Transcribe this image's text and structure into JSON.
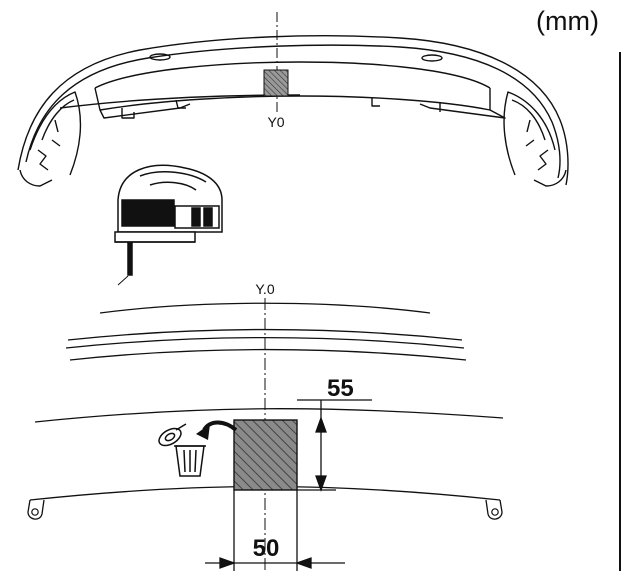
{
  "unit_label": "(mm)",
  "top_reference_label": "Y0",
  "bottom_reference_label": "Y.0",
  "cut_height_dimension": "55",
  "cut_width_dimension": "50",
  "colors": {
    "line": "#111111",
    "hatch": "#777777",
    "background": "#ffffff"
  },
  "icons": [
    "jigsaw-icon",
    "trash-bin-icon",
    "discard-arrow-icon"
  ]
}
